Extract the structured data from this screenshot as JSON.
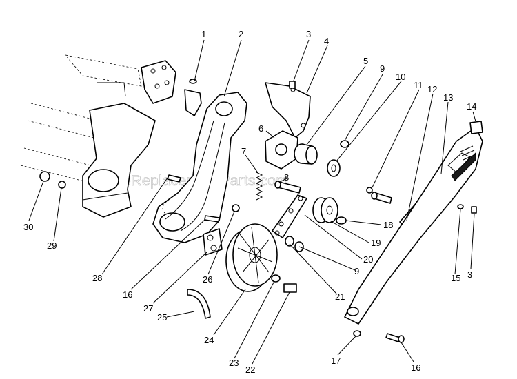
{
  "watermark": "eReplacementParts.com",
  "callouts": [
    "1",
    "2",
    "3",
    "4",
    "5",
    "9",
    "10",
    "11",
    "12",
    "13",
    "14",
    "6",
    "7",
    "8",
    "18",
    "19",
    "20",
    "9",
    "21",
    "15",
    "3",
    "30",
    "29",
    "28",
    "16",
    "27",
    "26",
    "25",
    "24",
    "23",
    "22",
    "17",
    "16"
  ],
  "colors": {
    "ink": "#000000",
    "paper": "#ffffff",
    "watermark": "#9a9a9a"
  }
}
